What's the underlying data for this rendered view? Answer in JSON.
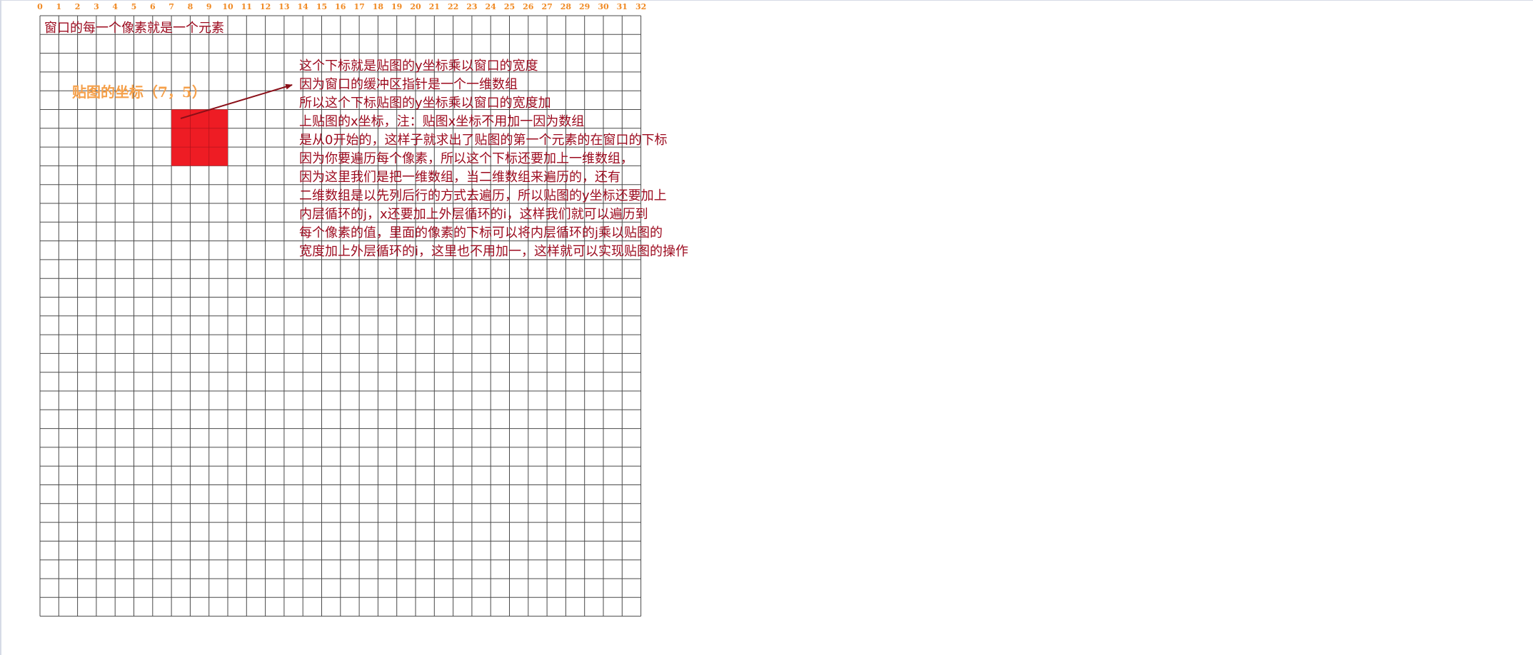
{
  "colors": {
    "grid_line": "#4a4a4a",
    "tick_label": "#f08a24",
    "text_dark_red": "#9c0a1e",
    "sprite_fill": "#ee1c24",
    "arrow": "#8a0f18",
    "coord_label": "#f5a04a"
  },
  "grid": {
    "columns": 32,
    "rows": 32,
    "column_ticks": [
      "0",
      "1",
      "2",
      "3",
      "4",
      "5",
      "6",
      "7",
      "8",
      "9",
      "10",
      "11",
      "12",
      "13",
      "14",
      "15",
      "16",
      "17",
      "18",
      "19",
      "20",
      "21",
      "22",
      "23",
      "24",
      "25",
      "26",
      "27",
      "28",
      "29",
      "30",
      "31",
      "32"
    ]
  },
  "labels": {
    "window_note": "窗口的每一个像素就是一个元素",
    "sprite_coord": "贴图的坐标（7，5）"
  },
  "sprite": {
    "x": 7,
    "y": 5,
    "width": 3,
    "height": 3
  },
  "explanation": [
    "这个下标就是贴图的y坐标乘以窗口的宽度",
    "因为窗口的缓冲区指针是一个一维数组",
    "所以这个下标贴图的y坐标乘以窗口的宽度加",
    "上贴图的x坐标，注：贴图x坐标不用加一因为数组",
    "是从0开始的，这样子就求出了贴图的第一个元素的在窗口的下标",
    "因为你要遍历每个像素，所以这个下标还要加上一维数组，",
    "因为这里我们是把一维数组，当二维数组来遍历的，还有",
    "二维数组是以先列后行的方式去遍历，所以贴图的y坐标还要加上",
    "内层循环的j，x还要加上外层循环的i，这样我们就可以遍历到",
    "每个像素的值，里面的像素的下标可以将内层循环的j乘以贴图的",
    "宽度加上外层循环的i，这里也不用加一，这样就可以实现贴图的操作"
  ]
}
